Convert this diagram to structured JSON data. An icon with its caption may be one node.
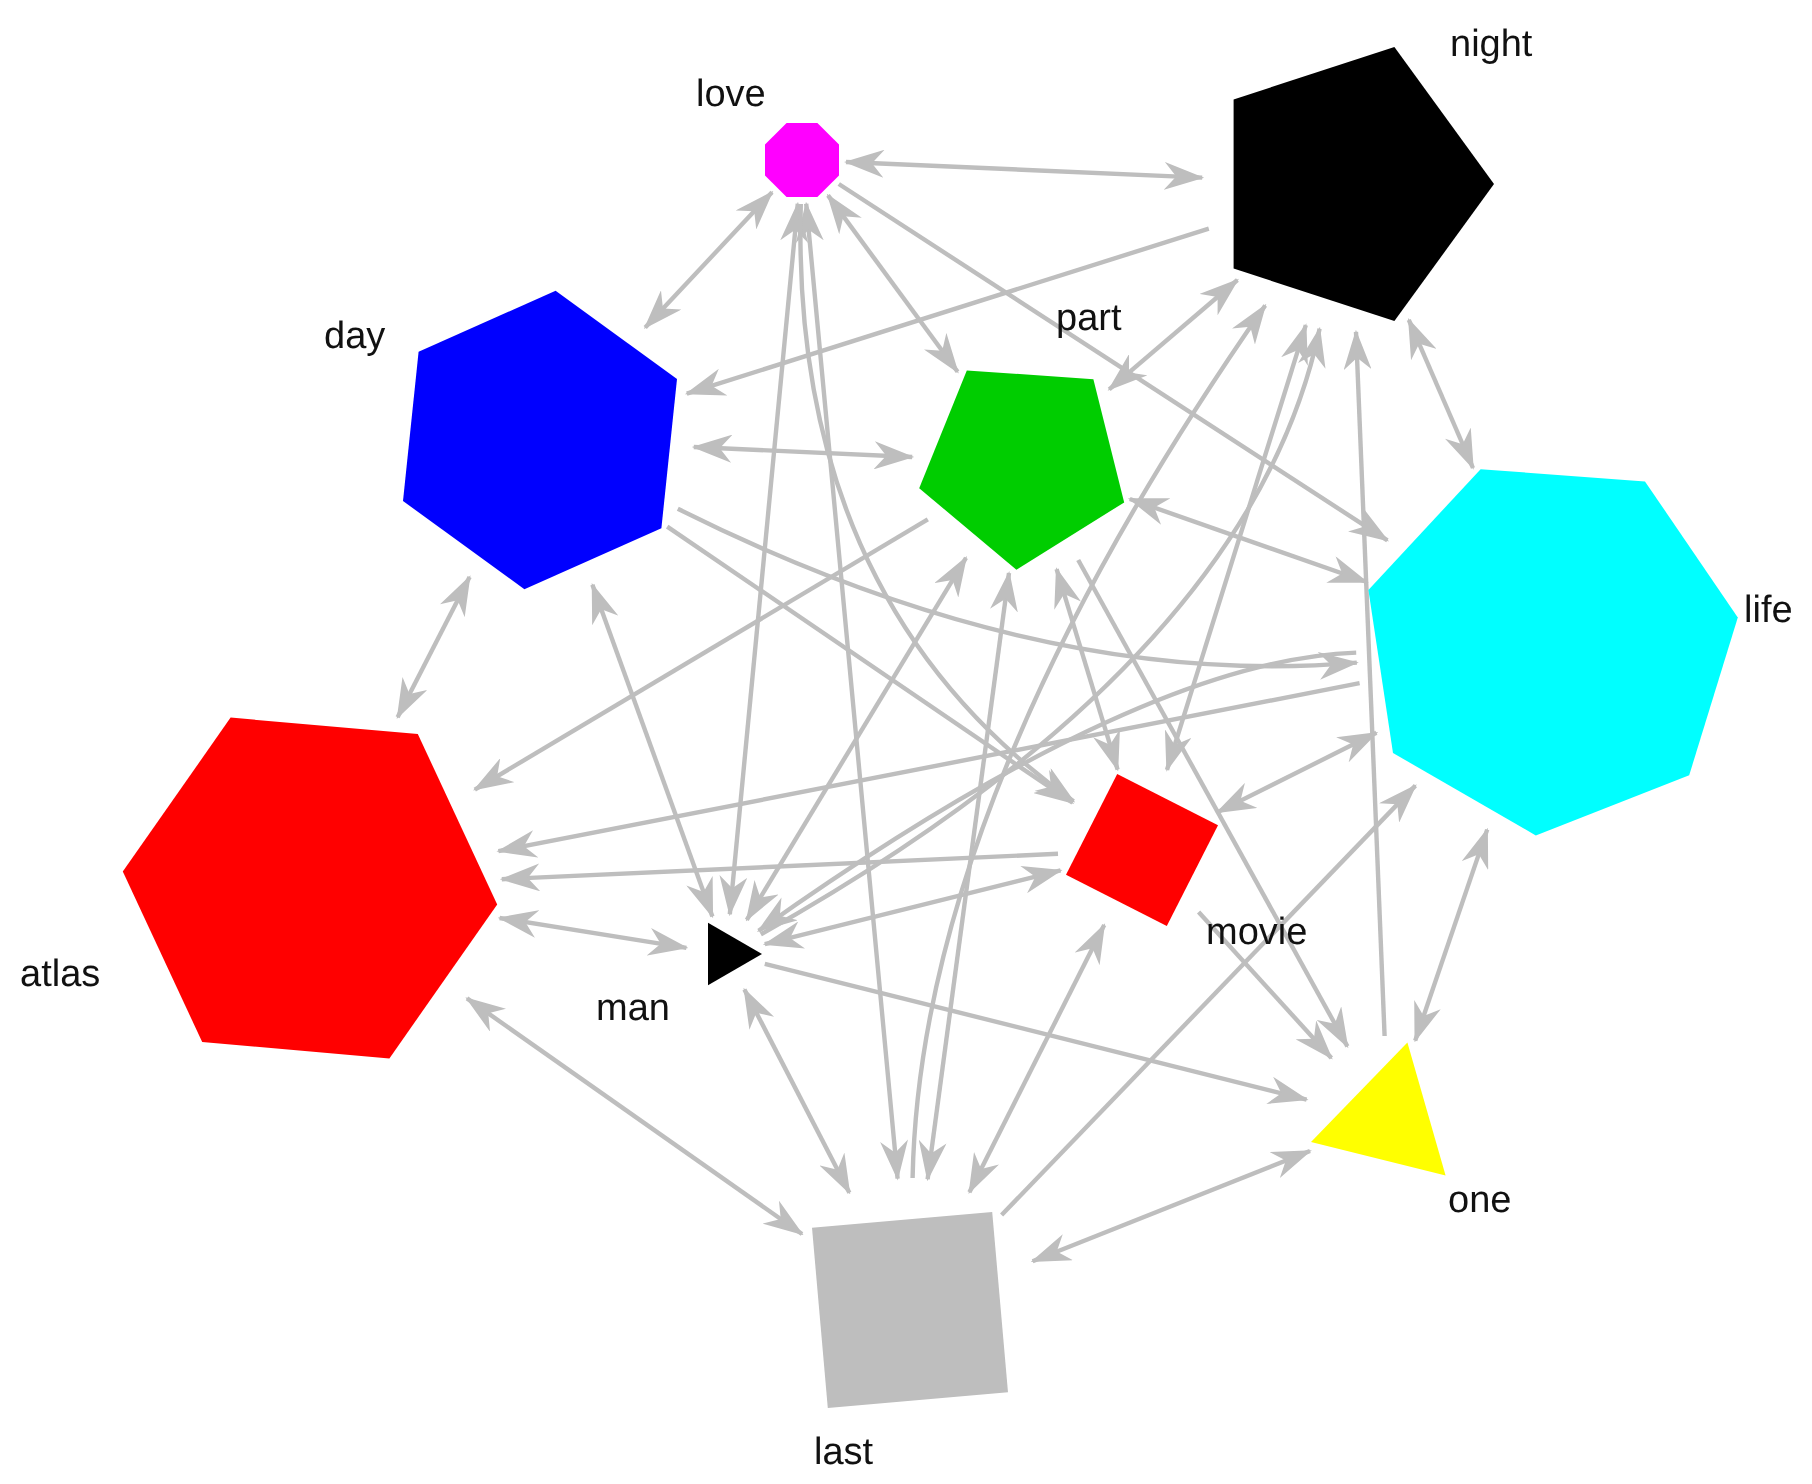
{
  "diagram": {
    "nodes": [
      {
        "text": [
          "love"
        ]
      },
      {
        "text": [
          "night"
        ]
      },
      {
        "text": [
          "day"
        ]
      },
      {
        "text": [
          "part"
        ]
      },
      {
        "text": [
          "life"
        ]
      },
      {
        "text": [
          "atlas"
        ]
      },
      {
        "text": [
          "movie"
        ]
      },
      {
        "text": [
          "man"
        ]
      },
      {
        "text": [
          "one"
        ]
      },
      {
        "text": [
          "last"
        ]
      }
    ],
    "edges": [
      {
        "from": 0,
        "to": 1,
        "arrow": "both"
      },
      {
        "from": 0,
        "to": 2,
        "arrow": "both"
      },
      {
        "from": 0,
        "to": 3,
        "arrow": "both"
      },
      {
        "from": 0,
        "to": 7,
        "arrow": "both"
      },
      {
        "from": 0,
        "to": 9,
        "arrow": "both"
      },
      {
        "from": 0,
        "to": 6,
        "arrow": "to"
      },
      {
        "from": 0,
        "to": 4,
        "arrow": "to"
      },
      {
        "from": 1,
        "to": 2,
        "arrow": "to"
      },
      {
        "from": 1,
        "to": 3,
        "arrow": "both"
      },
      {
        "from": 1,
        "to": 6,
        "arrow": "both"
      },
      {
        "from": 1,
        "to": 4,
        "arrow": "both"
      },
      {
        "from": 9,
        "to": 1,
        "arrow": "to"
      },
      {
        "from": 8,
        "to": 1,
        "arrow": "to"
      },
      {
        "from": 7,
        "to": 1,
        "arrow": "to"
      },
      {
        "from": 2,
        "to": 3,
        "arrow": "both"
      },
      {
        "from": 2,
        "to": 5,
        "arrow": "both"
      },
      {
        "from": 2,
        "to": 7,
        "arrow": "both"
      },
      {
        "from": 2,
        "to": 6,
        "arrow": "to"
      },
      {
        "from": 2,
        "to": 4,
        "arrow": "to"
      },
      {
        "from": 3,
        "to": 4,
        "arrow": "both"
      },
      {
        "from": 3,
        "to": 5,
        "arrow": "to"
      },
      {
        "from": 3,
        "to": 7,
        "arrow": "both"
      },
      {
        "from": 3,
        "to": 9,
        "arrow": "both"
      },
      {
        "from": 3,
        "to": 6,
        "arrow": "both"
      },
      {
        "from": 3,
        "to": 8,
        "arrow": "to"
      },
      {
        "from": 4,
        "to": 6,
        "arrow": "both"
      },
      {
        "from": 4,
        "to": 5,
        "arrow": "to"
      },
      {
        "from": 4,
        "to": 7,
        "arrow": "to"
      },
      {
        "from": 4,
        "to": 8,
        "arrow": "both"
      },
      {
        "from": 9,
        "to": 4,
        "arrow": "to"
      },
      {
        "from": 5,
        "to": 7,
        "arrow": "both"
      },
      {
        "from": 5,
        "to": 9,
        "arrow": "both"
      },
      {
        "from": 6,
        "to": 5,
        "arrow": "to"
      },
      {
        "from": 6,
        "to": 7,
        "arrow": "both"
      },
      {
        "from": 6,
        "to": 8,
        "arrow": "to"
      },
      {
        "from": 6,
        "to": 9,
        "arrow": "both"
      },
      {
        "from": 7,
        "to": 8,
        "arrow": "to"
      },
      {
        "from": 7,
        "to": 9,
        "arrow": "both"
      },
      {
        "from": 8,
        "to": 9,
        "arrow": "both"
      }
    ]
  }
}
